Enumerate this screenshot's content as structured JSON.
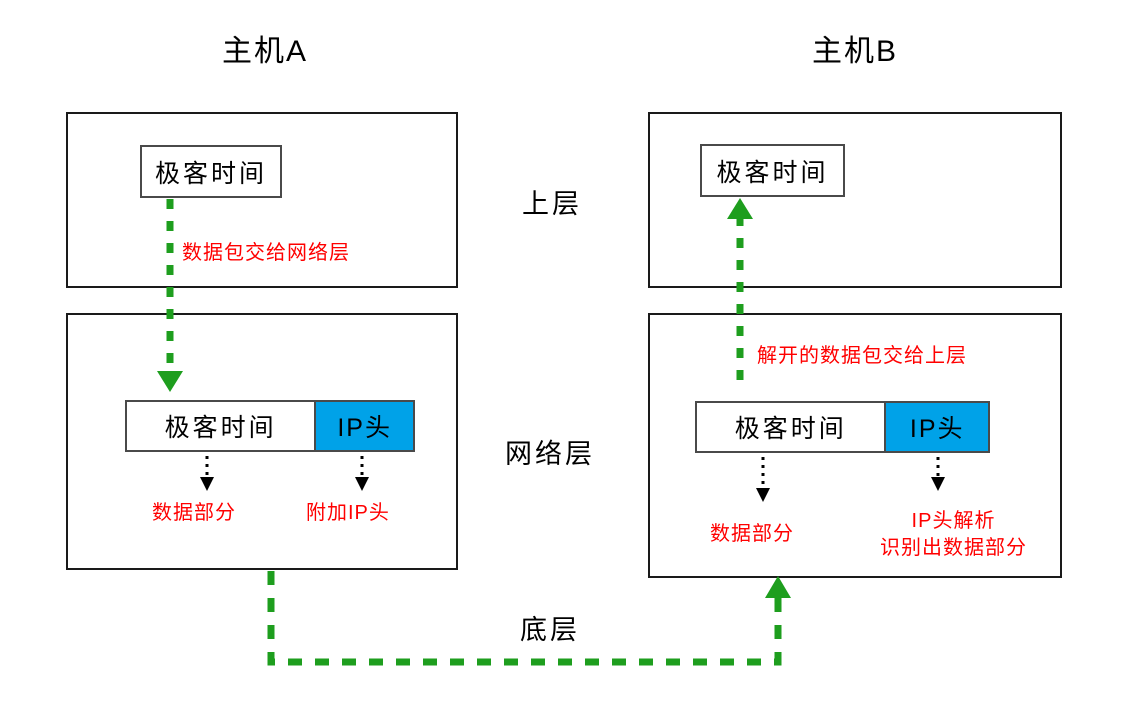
{
  "diagram": {
    "title_host_a": "主机A",
    "title_host_b": "主机B",
    "center_labels": {
      "upper": "上层",
      "network": "网络层",
      "bottom": "底层"
    },
    "colors": {
      "ip_header_fill": "#00a2e8",
      "annotation_red": "#ff0000",
      "flow_green": "#1e9e1e",
      "box_stroke": "#1a1a1a"
    },
    "host_a": {
      "upper_layer": {
        "app_box_label": "极客时间",
        "annotation": "数据包交给网络层"
      },
      "network_layer": {
        "packet": {
          "payload_label": "极客时间",
          "ip_header_label": "IP头"
        },
        "payload_annotation": "数据部分",
        "ip_header_annotation": "附加IP头"
      }
    },
    "host_b": {
      "upper_layer": {
        "app_box_label": "极客时间"
      },
      "network_layer": {
        "annotation": "解开的数据包交给上层",
        "packet": {
          "payload_label": "极客时间",
          "ip_header_label": "IP头"
        },
        "payload_annotation": "数据部分",
        "ip_header_annotation_line1": "IP头解析",
        "ip_header_annotation_line2": "识别出数据部分"
      }
    }
  }
}
